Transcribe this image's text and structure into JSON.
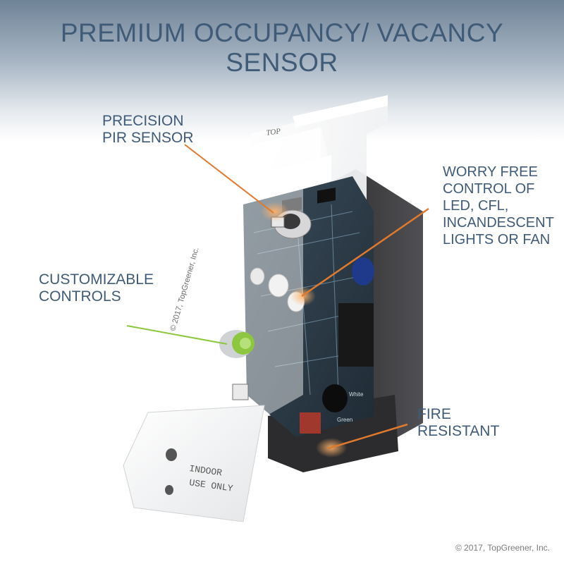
{
  "title": {
    "line1": "PREMIUM OCCUPANCY/ VACANCY",
    "line2": "SENSOR"
  },
  "callouts": {
    "pir": {
      "line1": "PRECISION",
      "line2": "PIR SENSOR"
    },
    "controls": {
      "line1": "CUSTOMIZABLE",
      "line2": "CONTROLS"
    },
    "worry": {
      "line1": "WORRY FREE",
      "line2": "CONTROL OF",
      "line3": "LED, CFL,",
      "line4": "INCANDESCENT",
      "line5": "LIGHTS OR FAN"
    },
    "fire": {
      "line1": "FIRE",
      "line2": "RESISTANT"
    }
  },
  "product": {
    "top_label": "TOP",
    "brand_mark": "© 2017, TopGreener, Inc.",
    "plate_line1": "INDOOR",
    "plate_line2": "USE ONLY",
    "wire_white": "White",
    "wire_green": "Green"
  },
  "copyright": "© 2017, TopGreener, Inc.",
  "colors": {
    "title_text": "#3f5b78",
    "pointer_orange": "#e07a2e",
    "pointer_green": "#8dc63f",
    "pcb": "#2e3d4a",
    "housing": "#3a3a3c"
  }
}
